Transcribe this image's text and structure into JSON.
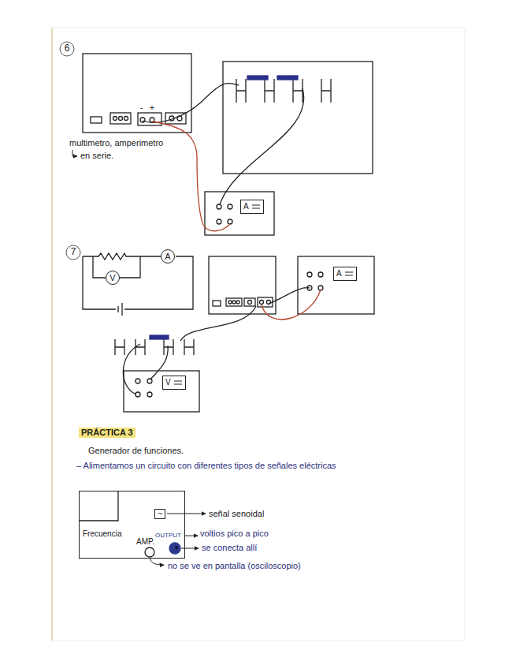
{
  "diagram": {
    "nodes": [
      {
        "text": [
          "A"
        ]
      },
      {
        "text": [
          "A"
        ]
      },
      {
        "text": [
          "V"
        ]
      },
      {
        "text": [
          "A"
        ]
      },
      {
        "text": [
          "V"
        ]
      },
      {
        "text": [
          "Frecuencia",
          "AMP.",
          "OUTPUT"
        ]
      },
      {
        "text": [
          "~"
        ],
        "in": 5
      }
    ],
    "edges": [
      {
        "from": 2,
        "to": 1,
        "arrow": "none"
      }
    ],
    "labels": [
      "6",
      "-",
      "+",
      "multimetro, amperimetro",
      "en serie.",
      "7",
      "PRÁCTICA 3",
      "Generador de funciones.",
      "– Alimentamos un circuito con diferentes tipos de señales eléctricas",
      "señal senoidal",
      "voltios pico a pico",
      "se conecta allí",
      "no se ve en pantalla (osciloscopio)"
    ]
  }
}
